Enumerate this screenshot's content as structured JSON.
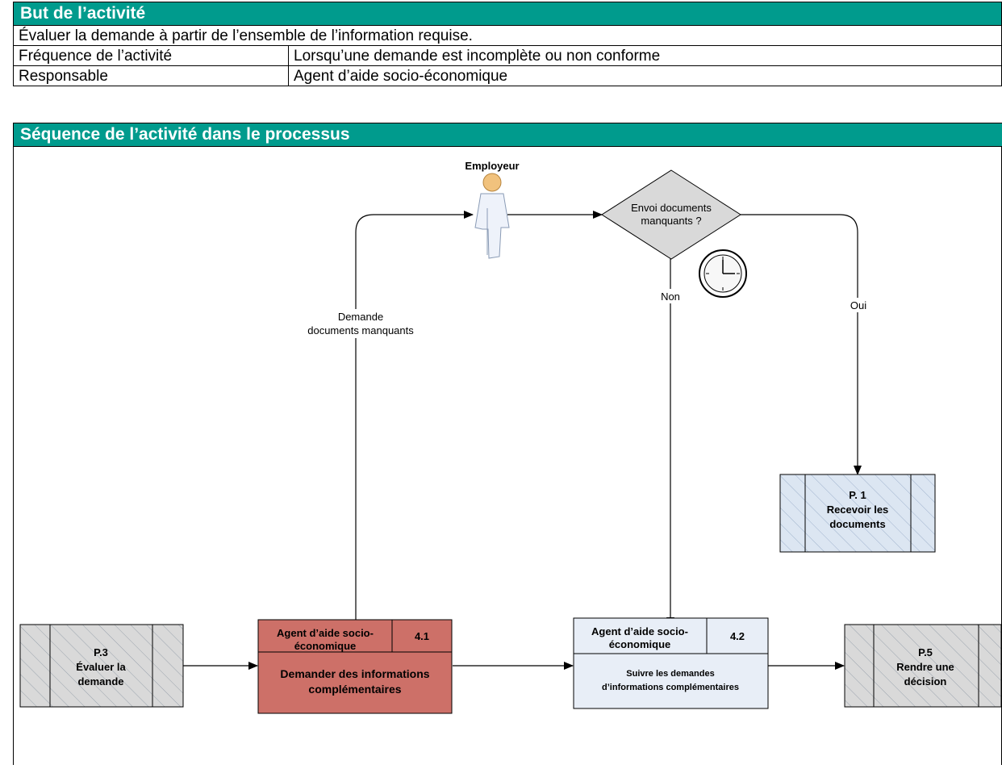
{
  "header_goal": "But de l’activité",
  "goal_text": "Évaluer la demande à partir de l’ensemble de l’information requise.",
  "table": [
    {
      "label": "Fréquence de l’activité",
      "value": "Lorsqu’une demande est incomplète ou non conforme"
    },
    {
      "label": "Responsable",
      "value": "Agent d’aide socio-économique"
    }
  ],
  "header_sequence": "Séquence de l’activité dans le processus",
  "diagram": {
    "actor": "Employeur",
    "decision": [
      "Envoi documents",
      "manquants ?"
    ],
    "label_no": "Non",
    "label_yes": "Oui",
    "request_label": [
      "Demande",
      "documents manquants"
    ],
    "p1": [
      "P. 1",
      "Recevoir les",
      "documents"
    ],
    "p3": [
      "P.3",
      "Évaluer la",
      "demande"
    ],
    "p5": [
      "P.5",
      "Rendre une",
      "décision"
    ],
    "box41": {
      "role": [
        "Agent d’aide socio-",
        "économique"
      ],
      "num": "4.1",
      "title": [
        "Demander des informations",
        "complémentaires"
      ]
    },
    "box42": {
      "role": [
        "Agent d’aide socio-",
        "économique"
      ],
      "num": "4.2",
      "title": [
        "Suivre les demandes",
        "d’informations  complémentaires"
      ]
    },
    "colors": {
      "teal": "#009b8d",
      "red_box": "#cd7068",
      "light_box": "#e8eef7",
      "blue_box": "#dce6f2",
      "gray_box": "#d9d9d9"
    }
  }
}
